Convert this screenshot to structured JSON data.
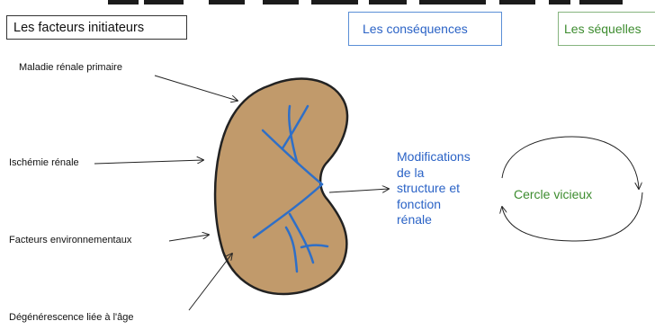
{
  "boxes": {
    "initiators": "Les facteurs initiateurs",
    "consequences": "Les conséquences",
    "sequelae": "Les séquelles"
  },
  "factors": [
    "Maladie rénale primaire",
    "Ischémie rénale",
    "Facteurs environnementaux",
    "Dégénérescence liée à l'âge"
  ],
  "consequence_lines": [
    "Modifications",
    "de la",
    "structure et",
    "fonction",
    "rénale"
  ],
  "cycle_label": "Cercle vicieux",
  "colors": {
    "kidney_fill": "#c19a6b",
    "kidney_outline": "#222222",
    "vessels": "#2f6fc7",
    "consequence_text": "#2b63c6",
    "sequelae_text": "#3d8c2f"
  }
}
